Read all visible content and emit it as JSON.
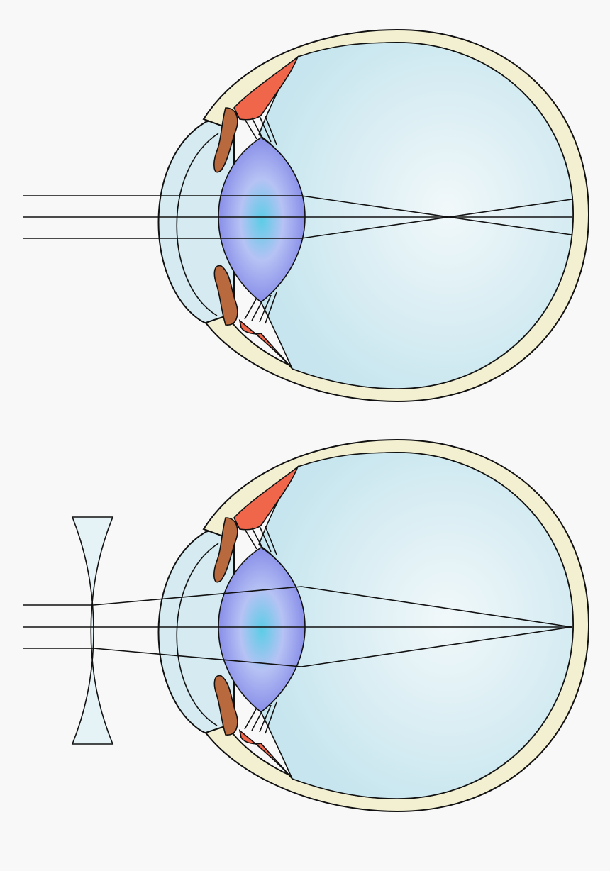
{
  "colors": {
    "background": "#f8f8f8",
    "outline": "#111111",
    "sclera": "#f3f0d2",
    "vitreous": "#c6e5ee",
    "vitreous_center": "#f1f8fa",
    "cornea": "#d6ebf1",
    "lens_edge": "#7f84e6",
    "lens_mid": "#b6c2f4",
    "lens_center": "#5ccde6",
    "ciliary": "#f0664b",
    "iris": "#b86a3e",
    "corrective_lens": "#e5f2f6"
  },
  "panels": [
    {
      "name": "uncorrected-eye",
      "has_corrective_lens": false,
      "focus": "before-retina"
    },
    {
      "name": "corrected-eye",
      "has_corrective_lens": true,
      "corrective_lens_type": "concave",
      "focus": "on-retina"
    }
  ]
}
